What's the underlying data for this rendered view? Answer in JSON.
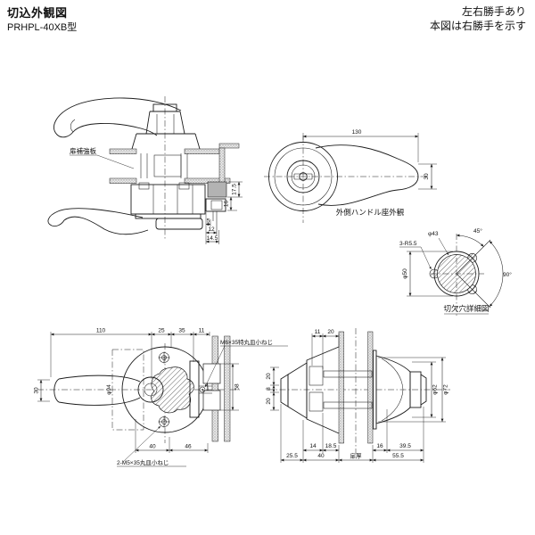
{
  "header": {
    "title": "切込外観図",
    "model": "PRHPL-40XB型",
    "note1": "左右勝手あり",
    "note2": "本図は右勝手を示す"
  },
  "colors": {
    "line": "#1c1c1c",
    "background": "#ffffff"
  },
  "sectionView": {
    "label": "扉補強板",
    "d17_5": "17.5",
    "d16": "16",
    "d5": "5",
    "d12": "12",
    "d14_5": "14.5"
  },
  "frontView": {
    "label": "外側ハンドル座外観",
    "d130": "130",
    "d30": "30"
  },
  "cutoutDetail": {
    "label": "切欠穴詳細図",
    "dia43": "φ43",
    "dia50": "φ50",
    "radius": "3-R5.5",
    "angle45": "45°",
    "angle90": "90°"
  },
  "topView": {
    "screw_m6": "M6×35特丸皿小ねじ",
    "screw_m5": "2-M5×35丸皿小ねじ",
    "d110": "110",
    "d25": "25",
    "d35": "35",
    "d11": "11",
    "d30": "30",
    "dia94": "φ94",
    "d58": "58",
    "d40": "40",
    "d46": "46"
  },
  "sideView": {
    "door_label": "扉厚",
    "d11": "11",
    "d20": "20",
    "d20a": "20",
    "d8": "8",
    "d20b": "20",
    "dia62": "φ62",
    "dia72": "φ72",
    "d14": "14",
    "d18_5": "18.5",
    "d16": "16",
    "d39_5": "39.5",
    "d25_5": "25.5",
    "d40": "40",
    "d55_5": "55.5"
  }
}
